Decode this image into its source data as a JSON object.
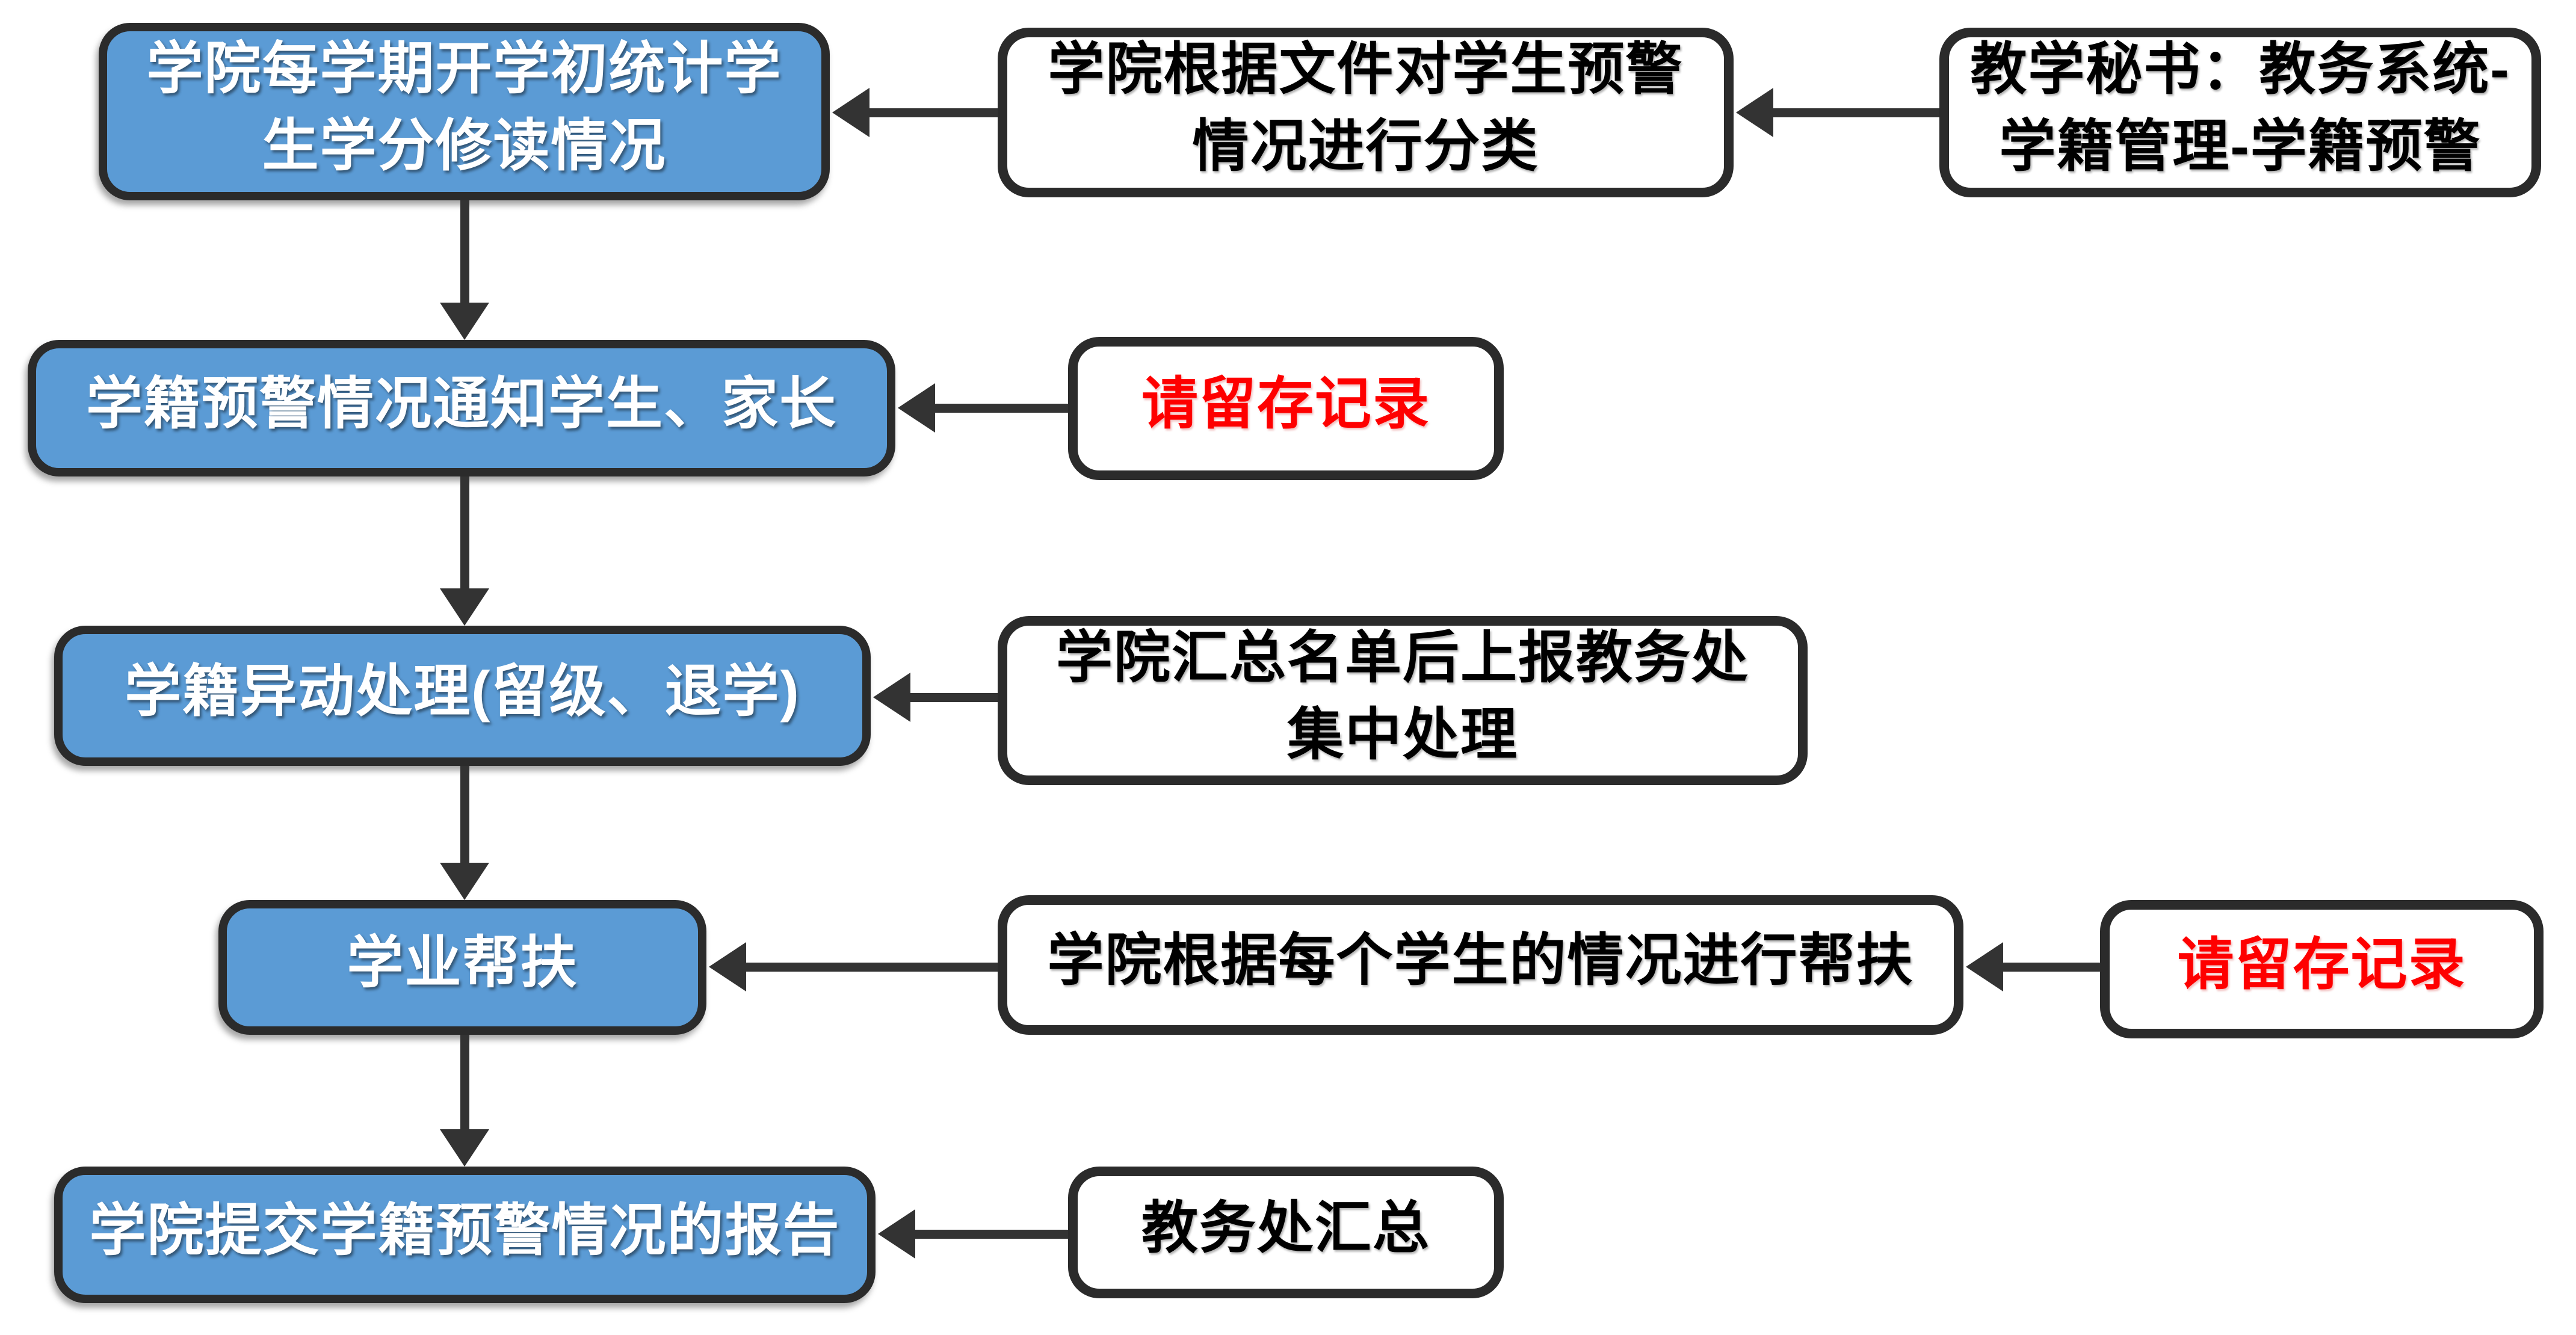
{
  "colors": {
    "node_fill": "#5b9bd5",
    "node_border": "#2b2b2b",
    "arrow": "#333333",
    "alert_text": "#fe0000",
    "note_text": "#000000"
  },
  "nodes": {
    "step1": {
      "line1": "学院每学期开学初统计学",
      "line2": "生学分修读情况"
    },
    "note1": {
      "line1": "学院根据文件对学生预警",
      "line2": "情况进行分类"
    },
    "source1": {
      "line1": "教学秘书：教务系统-",
      "line2": "学籍管理-学籍预警"
    },
    "step2": {
      "line1": "学籍预警情况通知学生、家长"
    },
    "keep1": {
      "line1": "请留存记录"
    },
    "step3": {
      "line1": "学籍异动处理(留级、退学)"
    },
    "note3": {
      "line1": "学院汇总名单后上报教务处",
      "line2": "集中处理"
    },
    "step4": {
      "line1": "学业帮扶"
    },
    "note4": {
      "line1": "学院根据每个学生的情况进行帮扶"
    },
    "keep2": {
      "line1": "请留存记录"
    },
    "step5": {
      "line1": "学院提交学籍预警情况的报告"
    },
    "note5": {
      "line1": "教务处汇总"
    }
  }
}
